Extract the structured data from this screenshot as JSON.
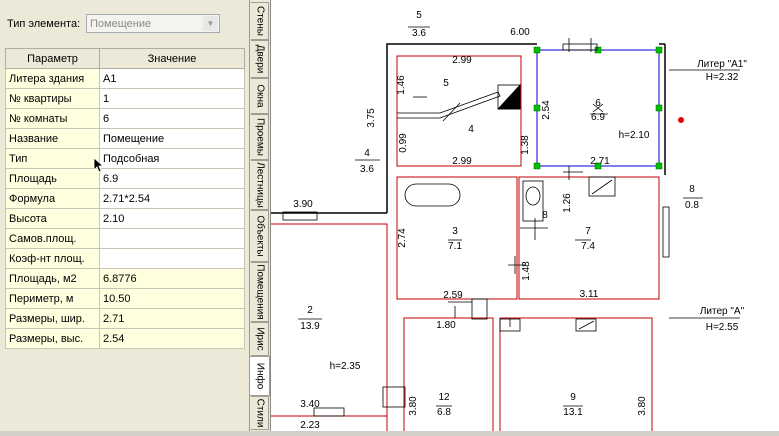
{
  "element_type": {
    "label": "Тип элемента:",
    "value": "Помещение"
  },
  "grid": {
    "header": {
      "param": "Параметр",
      "value": "Значение"
    },
    "rows": [
      {
        "param": "Литера здания",
        "value": "А1"
      },
      {
        "param": "№ квартиры",
        "value": "1"
      },
      {
        "param": "№ комнаты",
        "value": "6"
      },
      {
        "param": "Название",
        "value": "Помещение"
      },
      {
        "param": "Тип",
        "value": "Подсобная"
      },
      {
        "param": "Площадь",
        "value": "6.9"
      },
      {
        "param": "Формула",
        "value": "2.71*2.54"
      },
      {
        "param": "Высота",
        "value": "2.10"
      },
      {
        "param": "Самов.площ.",
        "value": ""
      },
      {
        "param": "Коэф-нт площ.",
        "value": ""
      },
      {
        "param": "Площадь, м2",
        "value": "6.8776"
      },
      {
        "param": "Периметр, м",
        "value": "10.50"
      },
      {
        "param": "Размеры, шир.",
        "value": "2.71"
      },
      {
        "param": "Размеры, выс.",
        "value": "2.54"
      }
    ]
  },
  "tabs": [
    {
      "label": "Стены"
    },
    {
      "label": "Двери"
    },
    {
      "label": "Окна"
    },
    {
      "label": "Проемы"
    },
    {
      "label": "Лестницы"
    },
    {
      "label": "Объекты"
    },
    {
      "label": "Помещения"
    },
    {
      "label": "Ирис"
    },
    {
      "label": "Инфо"
    },
    {
      "label": "Стили"
    }
  ],
  "active_tab": "Инфо",
  "plan": {
    "labels": {
      "t_5": "5",
      "t_36": "3.6",
      "t_600": "6.00",
      "t_299a": "2.99",
      "t_146": "1.46",
      "r5": "5",
      "r4": "4",
      "r6": "6",
      "r6a": "6.9",
      "t_254": "2.54",
      "t_375": "3.75",
      "t_099": "0.99",
      "t_138": "1.38",
      "t_299b": "2.99",
      "h210": "h=2.10",
      "t_271": "2.71",
      "t4": "4",
      "t4a": "3.6",
      "litA1": "Литер \"А1\"",
      "litA1h": "H=2.32",
      "t8": "8",
      "t8a": "0.8",
      "t_390": "3.90",
      "r3": "3",
      "r3a": "7.1",
      "t_274": "2.74",
      "t_126": "1.26",
      "r8": "8",
      "r7": "7",
      "r7a": "7.4",
      "t_148": "1.48",
      "t_259": "2.59",
      "t_311": "3.11",
      "r2": "2",
      "r2a": "13.9",
      "t_180": "1.80",
      "litA": "Литер \"А\"",
      "litAh": "H=2.55",
      "h235": "h=2.35",
      "r12": "12",
      "r12a": "6.8",
      "r9": "9",
      "r9a": "13.1",
      "t_380a": "3.80",
      "t_380b": "3.80",
      "t_340": "3.40",
      "t_223": "2.23"
    }
  },
  "colors": {
    "wall": "#c00000",
    "selection": "#0000cc",
    "handle": "#00c000",
    "text": "#000000",
    "red_dot": "#e00000"
  }
}
